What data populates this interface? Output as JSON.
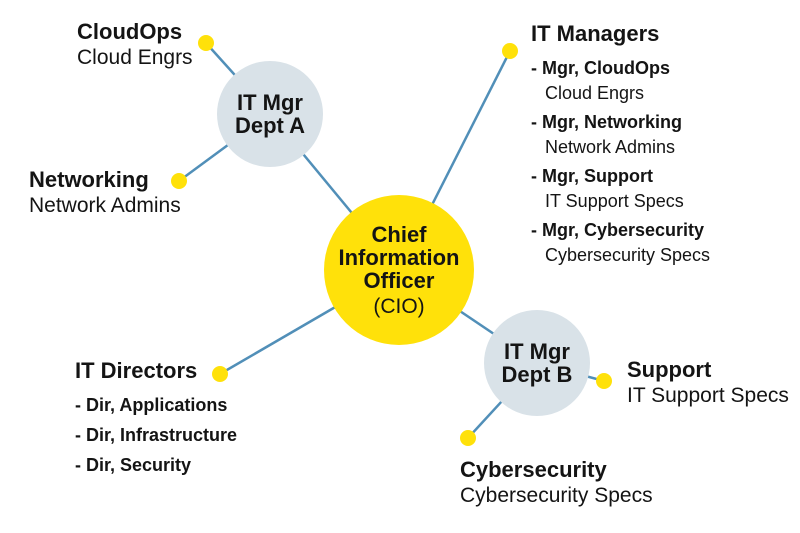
{
  "colors": {
    "node_yellow": "#FFE10A",
    "node_gray_blue": "#D9E2E8",
    "connector_blue": "#518FB8",
    "text": "#141414"
  },
  "center_node": {
    "line1": "Chief",
    "line2": "Information",
    "line3": "Officer",
    "line4": "(CIO)"
  },
  "dept_a_node": {
    "line1": "IT Mgr",
    "line2": "Dept A"
  },
  "dept_b_node": {
    "line1": "IT Mgr",
    "line2": "Dept B"
  },
  "leaf_nodes": {
    "cloudops": {
      "title": "CloudOps",
      "subtitle": "Cloud Engrs"
    },
    "networking": {
      "title": "Networking",
      "subtitle": "Network Admins"
    },
    "support": {
      "title": "Support",
      "subtitle": "IT Support Specs"
    },
    "cybersecurity": {
      "title": "Cybersecurity",
      "subtitle": "Cybersecurity Specs"
    }
  },
  "it_managers": {
    "title": "IT Managers",
    "items": [
      {
        "role": "- Mgr, CloudOps",
        "team": "Cloud Engrs"
      },
      {
        "role": "- Mgr, Networking",
        "team": "Network Admins"
      },
      {
        "role": "- Mgr, Support",
        "team": "IT Support Specs"
      },
      {
        "role": "- Mgr, Cybersecurity",
        "team": "Cybersecurity Specs"
      }
    ]
  },
  "it_directors": {
    "title": "IT Directors",
    "items": [
      {
        "role": "- Dir, Applications"
      },
      {
        "role": "- Dir, Infrastructure"
      },
      {
        "role": "- Dir, Security"
      }
    ]
  }
}
